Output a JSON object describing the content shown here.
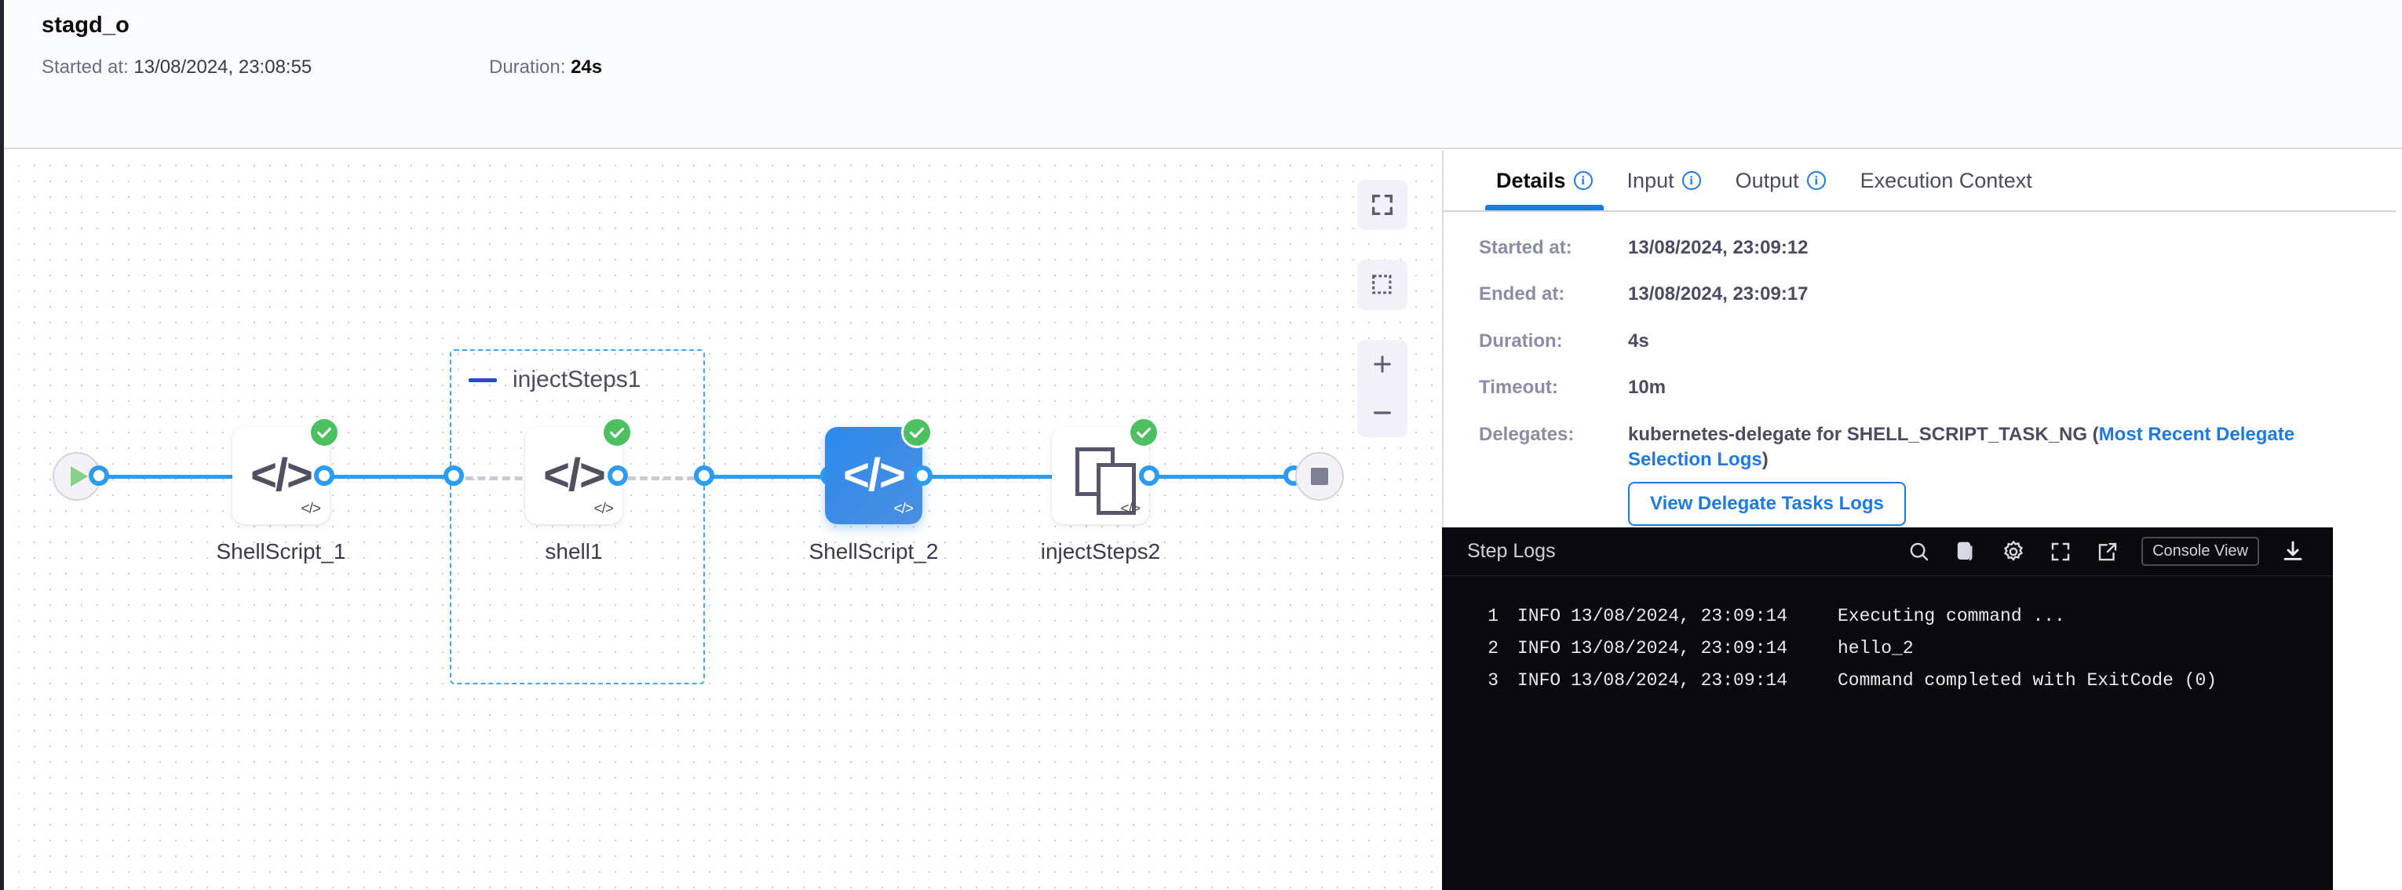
{
  "header": {
    "title": "stagd_o",
    "started_label": "Started at:",
    "started_value": "13/08/2024, 23:08:55",
    "duration_label": "Duration:",
    "duration_value": "24s"
  },
  "canvas": {
    "group": {
      "name": "injectSteps1",
      "collapse_icon": "minus-icon"
    },
    "nodes": [
      {
        "label": "ShellScript_1",
        "glyph": "</>",
        "corner": "</>",
        "status": "success",
        "selected": false
      },
      {
        "label": "shell1",
        "glyph": "</>",
        "corner": "</>",
        "status": "success",
        "selected": false
      },
      {
        "label": "ShellScript_2",
        "glyph": "</>",
        "corner": "</>",
        "status": "success",
        "selected": true
      },
      {
        "label": "injectSteps2",
        "glyph": "",
        "corner": "</>",
        "status": "success",
        "selected": false
      }
    ],
    "terminals": {
      "start_icon": "play-icon",
      "end_icon": "stop-icon"
    },
    "controls": [
      {
        "name": "fit-to-screen-icon"
      },
      {
        "name": "select-area-icon"
      },
      {
        "name": "zoom-in-icon"
      },
      {
        "name": "zoom-out-icon"
      }
    ],
    "accent_color": "#2d9cf0",
    "selected_node_color": "#2b8bec",
    "status_color": "#4dc161"
  },
  "panel": {
    "tabs": [
      {
        "label": "Details",
        "info": true,
        "active": true
      },
      {
        "label": "Input",
        "info": true,
        "active": false
      },
      {
        "label": "Output",
        "info": true,
        "active": false
      },
      {
        "label": "Execution Context",
        "info": false,
        "active": false
      }
    ],
    "details": [
      {
        "key": "Started at:",
        "value": "13/08/2024, 23:09:12"
      },
      {
        "key": "Ended at:",
        "value": "13/08/2024, 23:09:17"
      },
      {
        "key": "Duration:",
        "value": "4s"
      },
      {
        "key": "Timeout:",
        "value": "10m"
      }
    ],
    "delegates": {
      "key": "Delegates:",
      "text_before": "kubernetes-delegate for SHELL_SCRIPT_TASK_NG (",
      "link": "Most Recent Delegate Selection Logs",
      "text_after": ")",
      "button": "View Delegate Tasks Logs"
    },
    "link_color": "#1d7ae0"
  },
  "logs": {
    "title": "Step Logs",
    "console_view_label": "Console View",
    "tools": [
      "search-icon",
      "copy-icon",
      "gear-icon",
      "fullscreen-icon",
      "external-link-icon",
      "download-icon"
    ],
    "lines": [
      {
        "num": "1",
        "level": "INFO",
        "time": "13/08/2024, 23:09:14",
        "msg": "Executing command ..."
      },
      {
        "num": "2",
        "level": "INFO",
        "time": "13/08/2024, 23:09:14",
        "msg": "hello_2"
      },
      {
        "num": "3",
        "level": "INFO",
        "time": "13/08/2024, 23:09:14",
        "msg": "Command completed with ExitCode (0)"
      }
    ]
  }
}
